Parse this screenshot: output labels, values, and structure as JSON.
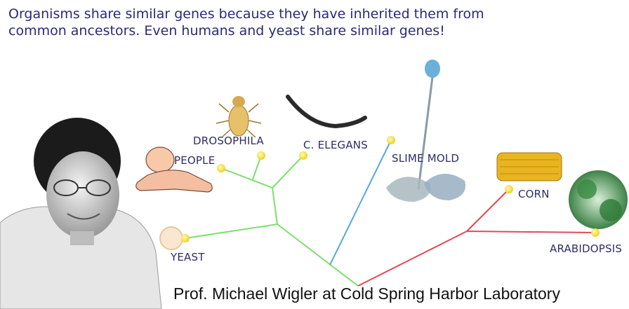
{
  "caption": {
    "line1": "Organisms share similar genes because they have inherited them from",
    "line2": "common ancestors.  Even humans and yeast share similar genes!"
  },
  "labels": {
    "people": "PEOPLE",
    "drosophila": "DROSOPHILA",
    "celegans": "C. ELEGANS",
    "slime_mold": "SLIME MOLD",
    "corn": "CORN",
    "arabidopsis": "ARABIDOPSIS",
    "yeast": "YEAST"
  },
  "credit": "Prof. Michael Wigler at Cold Spring Harbor Laboratory",
  "colors": {
    "green_branch": "#7be06a",
    "blue_branch": "#5aa8d8",
    "red_branch": "#e04a5a",
    "node": "#f2e23a",
    "label": "#2d2d6b"
  }
}
